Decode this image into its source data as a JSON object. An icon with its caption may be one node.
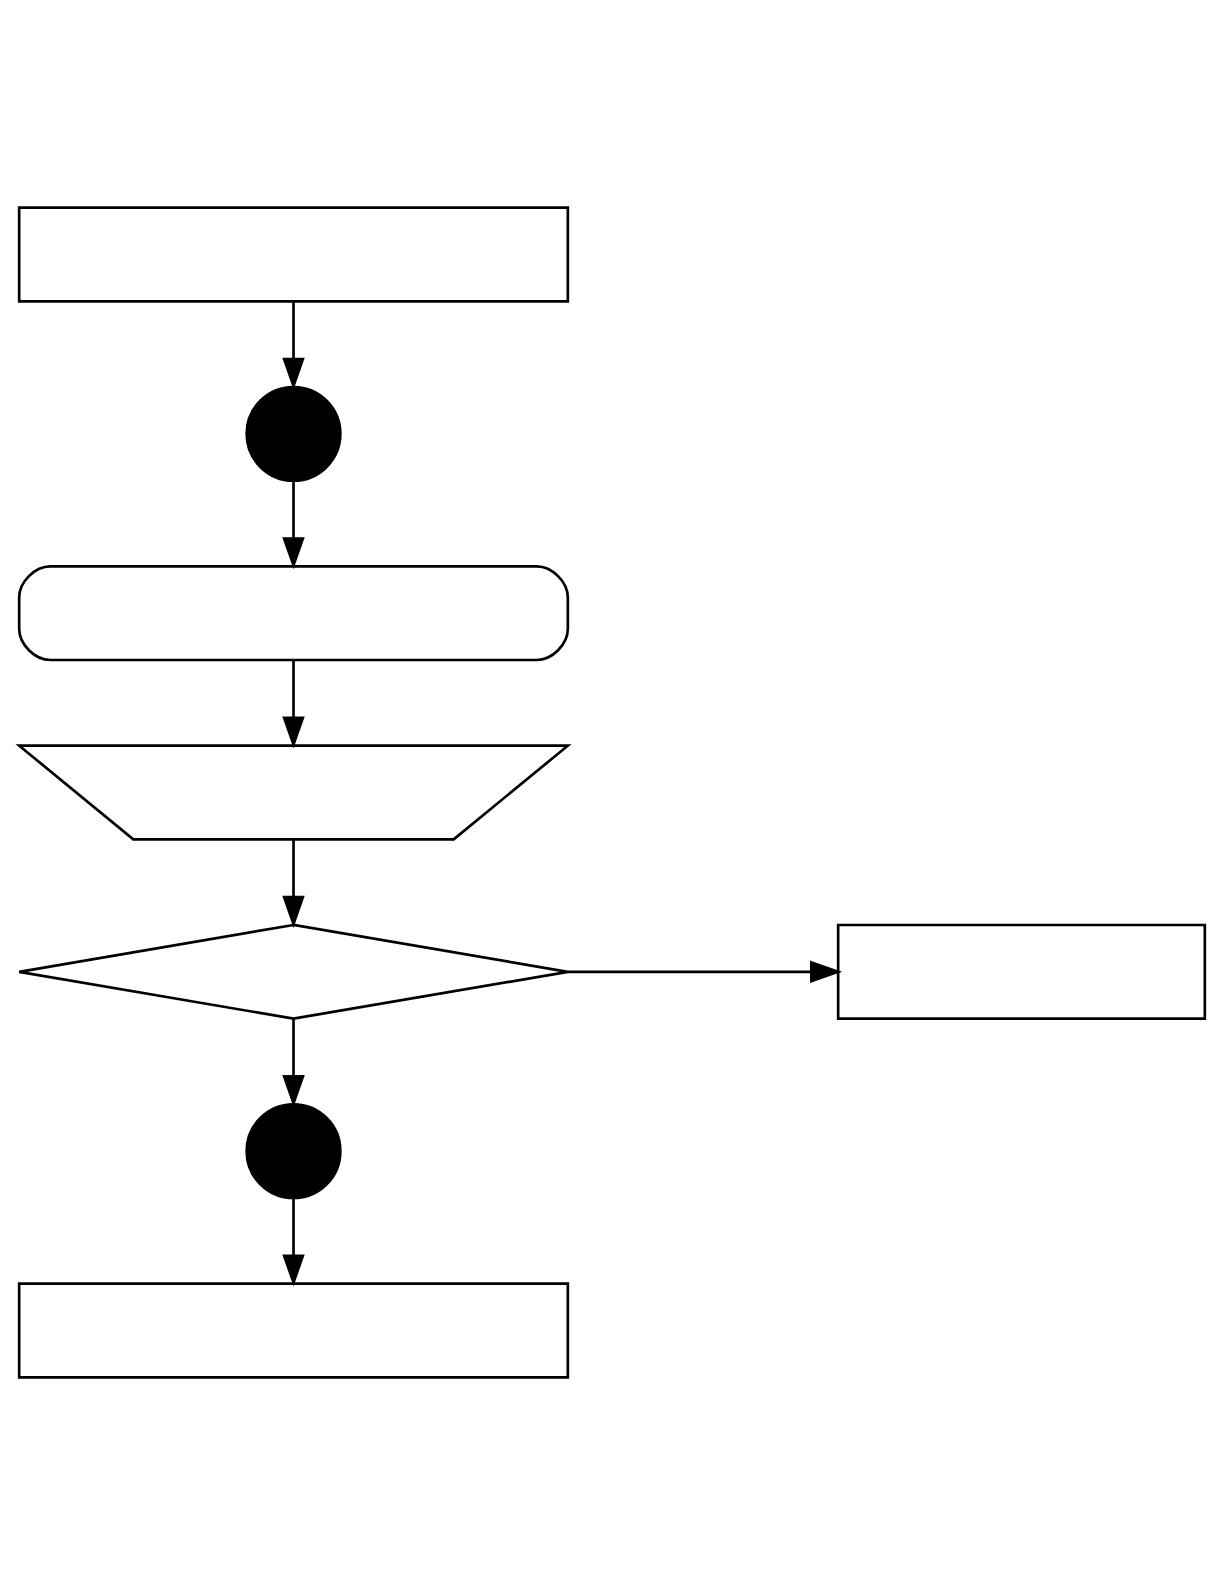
{
  "diagram": {
    "nodes": [
      {
        "text": [],
        "shape": "box"
      },
      {
        "text": [],
        "shape": "circle"
      },
      {
        "text": [],
        "shape": "box"
      },
      {
        "text": [],
        "shape": "trapezoid"
      },
      {
        "text": [],
        "shape": "diamond"
      },
      {
        "text": [],
        "shape": "box"
      },
      {
        "text": [],
        "shape": "circle"
      },
      {
        "text": [],
        "shape": "box"
      }
    ],
    "edges": [
      {
        "from": 0,
        "to": 1,
        "arrow": "to"
      },
      {
        "from": 1,
        "to": 2,
        "arrow": "to"
      },
      {
        "from": 2,
        "to": 3,
        "arrow": "to"
      },
      {
        "from": 3,
        "to": 4,
        "arrow": "to"
      },
      {
        "from": 4,
        "to": 5,
        "arrow": "to"
      },
      {
        "from": 4,
        "to": 6,
        "arrow": "to"
      },
      {
        "from": 6,
        "to": 7,
        "arrow": "to"
      }
    ]
  }
}
